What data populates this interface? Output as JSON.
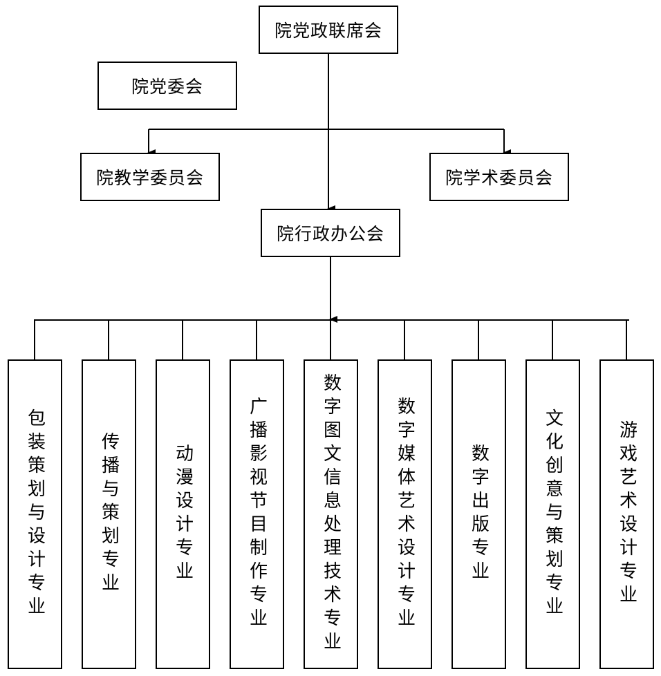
{
  "nodes": {
    "joint_meeting": "院党政联席会",
    "party_committee": "院党委会",
    "teaching_committee": "院教学委员会",
    "academic_committee": "院学术委员会",
    "admin_office_meeting": "院行政办公会"
  },
  "majors": [
    "包装策划与设计专业",
    "传播与策划专业",
    "动漫设计专业",
    "广播影视节目制作专业",
    "数字图文信息处理技术专业",
    "数字媒体艺术设计专业",
    "数字出版专业",
    "文化创意与策划专业",
    "游戏艺术设计专业"
  ]
}
